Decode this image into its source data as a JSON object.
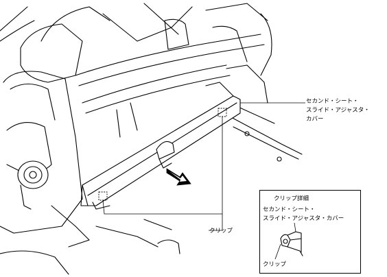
{
  "callouts": {
    "cover_line1": "セカンド・シート・",
    "cover_line2": "スライド・アジャスタ・",
    "cover_line3": "カバー",
    "clip": "クリップ"
  },
  "detail": {
    "title": "クリップ詳細",
    "cover_line1": "セカンド・シート・",
    "cover_line2": "スライド・アジャスタ・カバー",
    "clip": "クリップ"
  },
  "direction_arrow": "removal-direction"
}
